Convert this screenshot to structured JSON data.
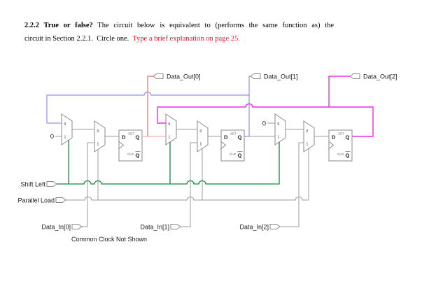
{
  "title": {
    "heading_bold": "2.2.2 True or false?",
    "line1_rest": " The circuit below is equivalent to (performs the same function as) the",
    "line2": "circuit in Section 2.2.1.  Circle one.  ",
    "line2_red": "Type a brief explanation on page 25."
  },
  "colors": {
    "green": "#108a3c",
    "blue": "#8b93ee",
    "magenta": "#ee2cee",
    "red": "#ee6a6a",
    "pink": "#f2b2b2",
    "gray_wire": "#9c9c9c",
    "outline": "#8a8a8a",
    "label": "#1c1c1c",
    "red_text": "#e8192c"
  },
  "circuit": {
    "outputs": [
      "Data_Out[0]",
      "Data_Out[1]",
      "Data_Out[2]"
    ],
    "inputs": [
      "Shift Left",
      "Parallel Load",
      "Data_In[0]",
      "Data_In[1]",
      "Data_In[2]"
    ],
    "mux_in0": "0",
    "mux_in1": "1",
    "const_zero": "0",
    "ff": {
      "d": "D",
      "q": "Q",
      "qbar": "Q",
      "set": "SET",
      "clr": "CLR"
    },
    "footnote": "Common Clock Not Shown"
  }
}
